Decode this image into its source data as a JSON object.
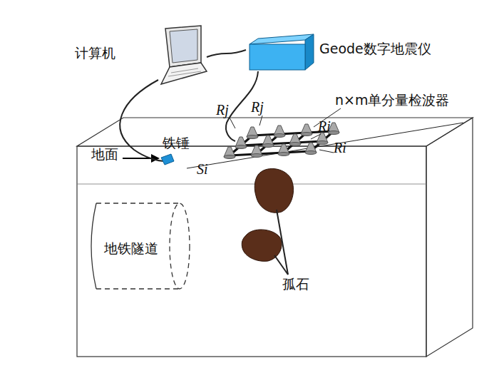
{
  "diagram": {
    "nodes": [
      {
        "text": [
          "计算机"
        ]
      },
      {
        "text": [
          "Geode数字地震仪"
        ]
      },
      {
        "text": [
          "地铁隧道"
        ]
      }
    ],
    "edges": [
      {
        "from": 0,
        "to": 1,
        "arrow": "none"
      }
    ],
    "labels": [
      "地面",
      "铁锤",
      "Si",
      "Rj",
      "Rj",
      "Ri",
      "Ri",
      "n×m单分量检波器",
      "孤石"
    ]
  }
}
